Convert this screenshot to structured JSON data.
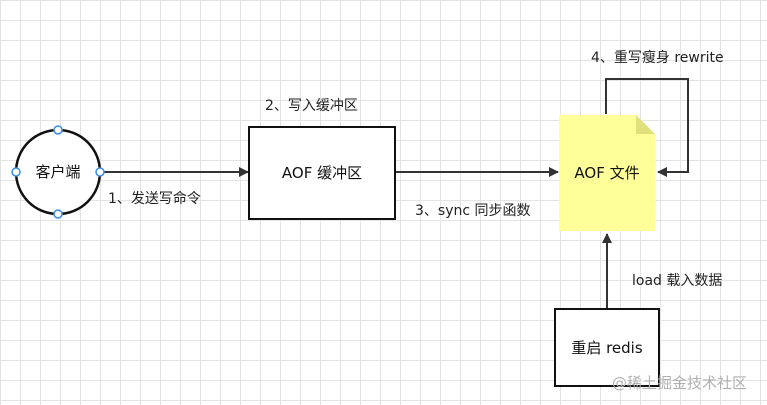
{
  "nodes": {
    "client": {
      "label": "客户端"
    },
    "buffer": {
      "label": "AOF 缓冲区"
    },
    "file": {
      "label": "AOF 文件"
    },
    "restart": {
      "label": "重启 redis"
    }
  },
  "edges": {
    "send_command": {
      "label": "1、发送写命令"
    },
    "write_buffer": {
      "label": "2、写入缓冲区"
    },
    "sync": {
      "label": "3、sync 同步函数"
    },
    "rewrite": {
      "label": "4、重写瘦身 rewrite"
    },
    "load": {
      "label": "load 载入数据"
    }
  },
  "watermark": "@稀土掘金技术社区",
  "colors": {
    "file_fill": "#ffff99",
    "file_fold": "#e0e07a",
    "handle": "#3a8ee6",
    "stroke": "#111111",
    "arrow": "#333333"
  }
}
